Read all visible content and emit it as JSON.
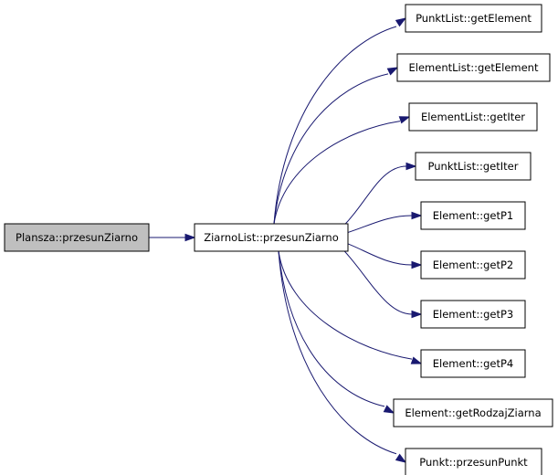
{
  "graph": {
    "root": {
      "label": "Plansza::przesunZiarno"
    },
    "center": {
      "label": "ZiarnoList::przesunZiarno"
    },
    "callees": [
      {
        "label": "PunktList::getElement"
      },
      {
        "label": "ElementList::getElement"
      },
      {
        "label": "ElementList::getIter"
      },
      {
        "label": "PunktList::getIter"
      },
      {
        "label": "Element::getP1"
      },
      {
        "label": "Element::getP2"
      },
      {
        "label": "Element::getP3"
      },
      {
        "label": "Element::getP4"
      },
      {
        "label": "Element::getRodzajZiarna"
      },
      {
        "label": "Punkt::przesunPunkt"
      }
    ],
    "colors": {
      "edge": "#191970",
      "root_fill": "#bfbfbf",
      "node_fill": "#ffffff",
      "node_stroke": "#000000"
    }
  }
}
